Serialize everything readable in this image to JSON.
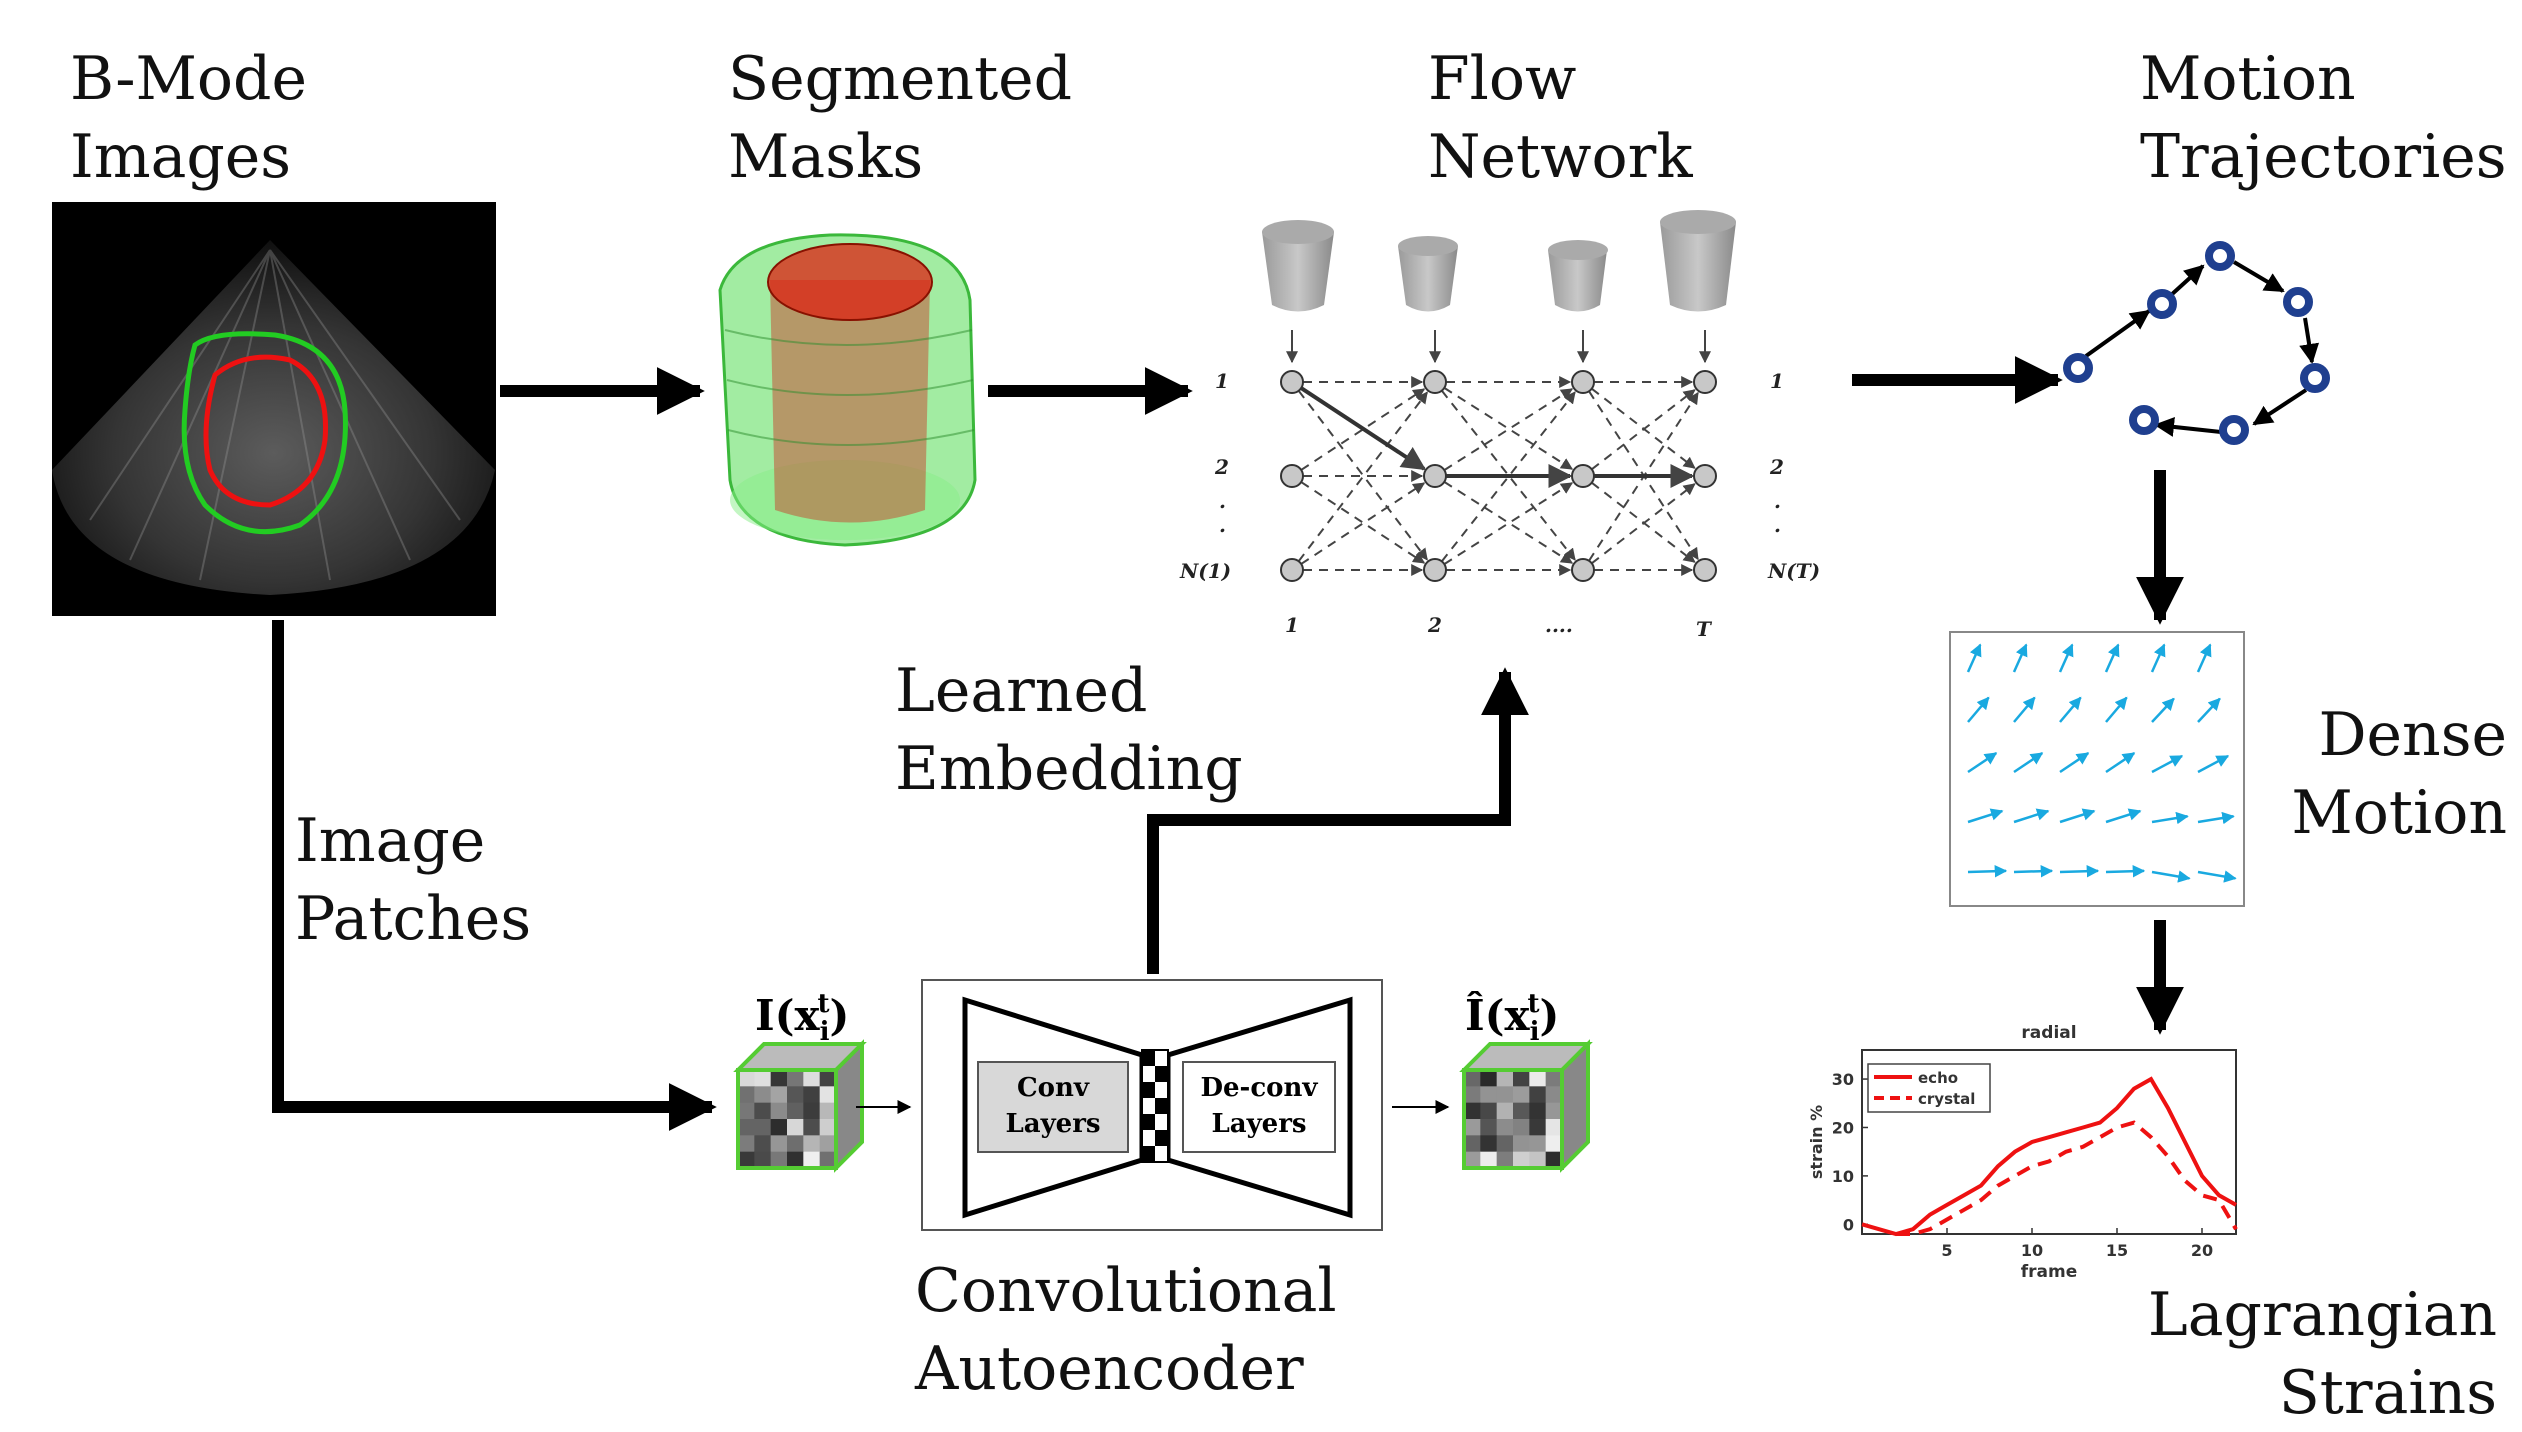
{
  "labels": {
    "bmode": [
      "B-Mode",
      "Images"
    ],
    "segmented": [
      "Segmented",
      "Masks"
    ],
    "flow": [
      "Flow",
      "Network"
    ],
    "motion_traj": [
      "Motion",
      "Trajectories"
    ],
    "image_patches": [
      "Image",
      "Patches"
    ],
    "learned_embedding": [
      "Learned",
      "Embedding"
    ],
    "conv_autoencoder": [
      "Convolutional",
      "Autoencoder"
    ],
    "dense_motion": [
      "Dense",
      "Motion"
    ],
    "lagrangian": [
      "Lagrangian",
      "Strains"
    ]
  },
  "flow_network": {
    "row_labels_left": [
      "1",
      "2",
      ".",
      ".",
      "N(1)"
    ],
    "row_labels_right": [
      "1",
      "2",
      ".",
      ".",
      "N(T)"
    ],
    "col_labels": [
      "1",
      "2",
      "....",
      "T"
    ]
  },
  "autoencoder": {
    "input_label": "I(x",
    "output_label": "Î(x",
    "subscript": "i",
    "superscript": "t",
    "conv_label": [
      "Conv",
      "Layers"
    ],
    "deconv_label": [
      "De-conv",
      "Layers"
    ]
  },
  "colors": {
    "green_contour": "#22cc22",
    "red_contour": "#ee1111",
    "trajectory_node": "#1f3f8f",
    "vector_field": "#19a9e0",
    "strain_line": "#ee1111"
  },
  "chart_data": {
    "type": "line",
    "title": "radial",
    "xlabel": "frame",
    "ylabel": "strain %",
    "xlim": [
      0,
      22
    ],
    "ylim": [
      -2,
      36
    ],
    "xticks": [
      5,
      10,
      15,
      20
    ],
    "yticks": [
      0,
      10,
      20,
      30
    ],
    "legend_position": "top-left",
    "series": [
      {
        "name": "echo",
        "style": "solid",
        "x": [
          0,
          1,
          2,
          3,
          4,
          5,
          6,
          7,
          8,
          9,
          10,
          11,
          12,
          13,
          14,
          15,
          16,
          17,
          18,
          19,
          20,
          21,
          22
        ],
        "values": [
          0,
          -1,
          -2,
          -1,
          2,
          4,
          6,
          8,
          12,
          15,
          17,
          18,
          19,
          20,
          21,
          24,
          28,
          30,
          24,
          17,
          10,
          6,
          4
        ]
      },
      {
        "name": "crystal",
        "style": "dashed",
        "x": [
          2,
          3,
          4,
          5,
          6,
          7,
          8,
          9,
          10,
          11,
          12,
          13,
          14,
          15,
          16,
          17,
          18,
          19,
          20,
          21,
          22
        ],
        "values": [
          -2,
          -2,
          -1,
          1,
          3,
          5,
          8,
          10,
          12,
          13,
          15,
          16,
          18,
          20,
          21,
          18,
          14,
          9,
          6,
          5,
          -1
        ]
      }
    ]
  }
}
